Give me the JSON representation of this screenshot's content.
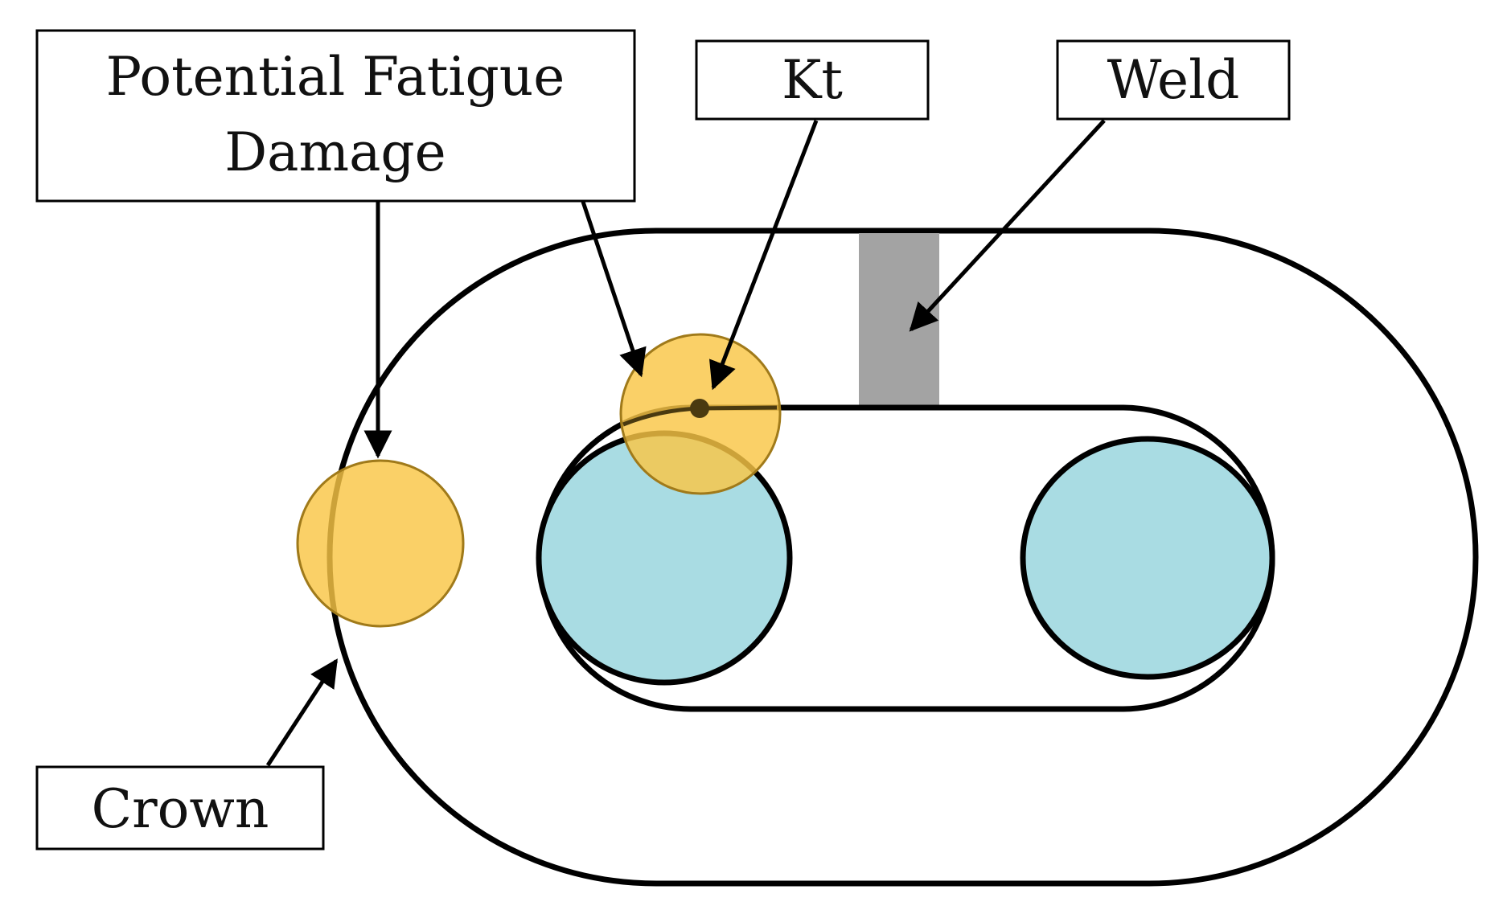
{
  "labels": {
    "potential_fatigue_line1": "Potential Fatigue",
    "potential_fatigue_line2": "Damage",
    "kt": "Kt",
    "weld": "Weld",
    "crown": "Crown"
  },
  "colors": {
    "outline": "#000000",
    "link_bar": "#a9dce3",
    "damage_zone": "#f9c646",
    "damage_zone_stroke": "#a07a1a",
    "weld": "#a3a3a3",
    "background": "#ffffff"
  },
  "icons": {
    "kt_marker": "dot-icon"
  }
}
